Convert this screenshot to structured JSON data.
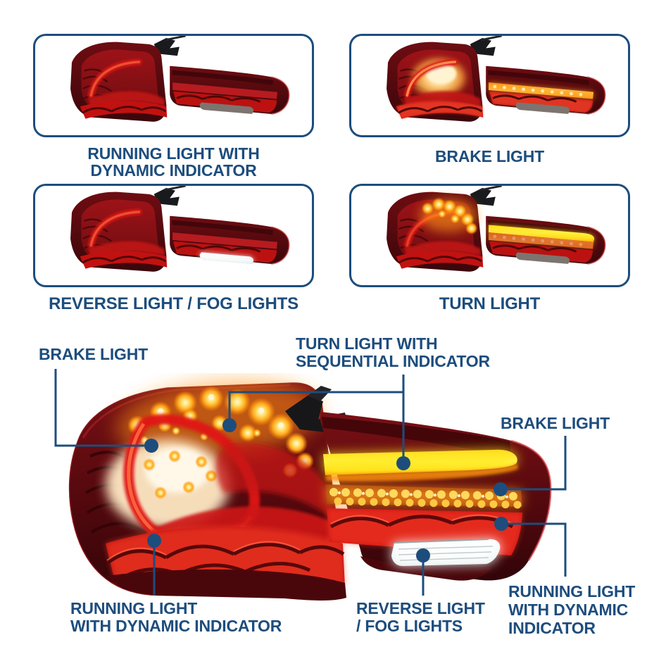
{
  "palette": {
    "navy": "#1d4d7d",
    "box_border": "#1d4d7d",
    "lens_red": "#a31318",
    "shell_maroon": "#550a0e",
    "glow_amber": "#ffb13a",
    "turn_yellow": "#ffee3a",
    "reverse_white": "#f2f7f6"
  },
  "gallery": [
    {
      "mode": "running",
      "photo": "tail-light-pair-running-light",
      "caption_lines": [
        "RUNNING LIGHT WITH",
        "DYNAMIC INDICATOR"
      ]
    },
    {
      "mode": "brake",
      "photo": "tail-light-pair-brake-light",
      "caption_lines": [
        "BRAKE LIGHT"
      ]
    },
    {
      "mode": "reverse",
      "photo": "tail-light-pair-reverse-fog-light",
      "caption_lines": [
        "REVERSE LIGHT / FOG LIGHTS"
      ]
    },
    {
      "mode": "turn",
      "photo": "tail-light-pair-turn-light",
      "caption_lines": [
        "TURN LIGHT"
      ]
    }
  ],
  "diagram": {
    "photo": "tail-light-pair-closeup-all-functions",
    "callouts": [
      {
        "id": "brake-left",
        "lines": [
          "BRAKE LIGHT"
        ]
      },
      {
        "id": "turn-sequential",
        "lines": [
          "TURN LIGHT WITH",
          "SEQUENTIAL INDICATOR"
        ]
      },
      {
        "id": "brake-right",
        "lines": [
          "BRAKE LIGHT"
        ]
      },
      {
        "id": "running-left",
        "lines": [
          "RUNNING LIGHT",
          "WITH DYNAMIC INDICATOR"
        ]
      },
      {
        "id": "reverse-fog",
        "lines": [
          "REVERSE LIGHT",
          "/ FOG LIGHTS"
        ]
      },
      {
        "id": "running-right",
        "lines": [
          "RUNNING LIGHT",
          "WITH DYNAMIC",
          "INDICATOR"
        ]
      }
    ]
  }
}
